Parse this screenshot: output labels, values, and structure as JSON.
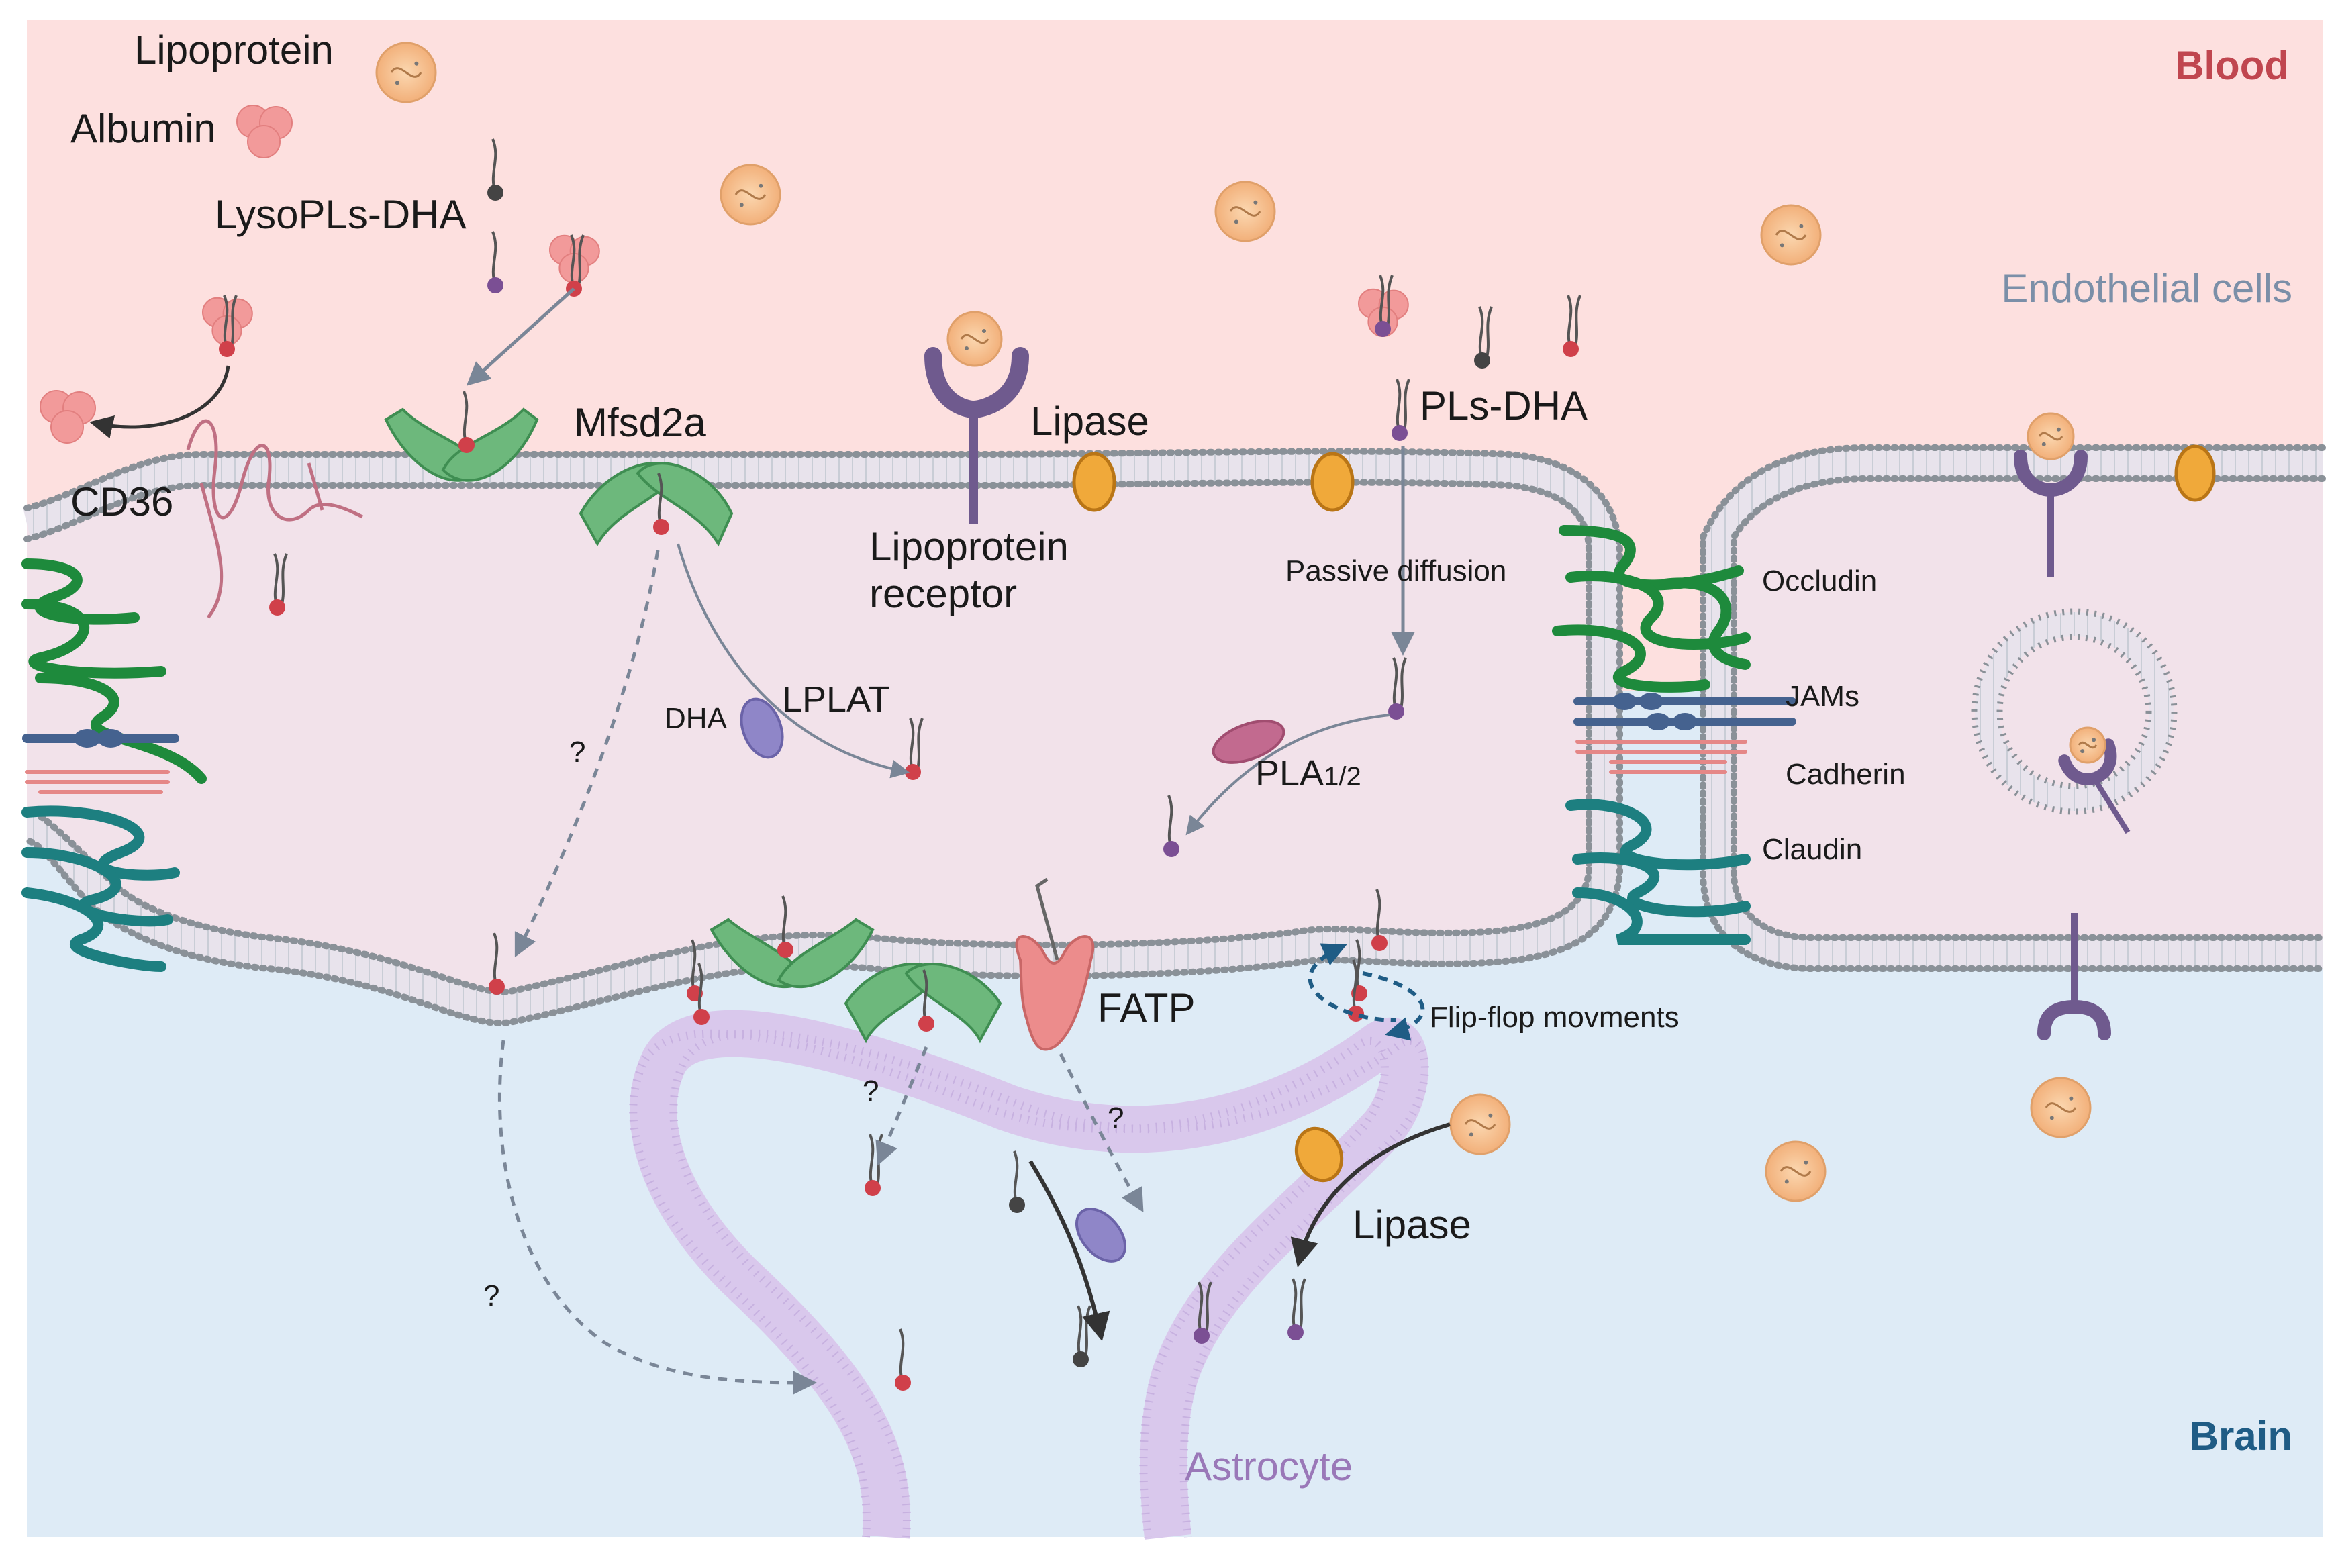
{
  "regions": {
    "blood": "Blood",
    "endothelial": "Endothelial cells",
    "brain": "Brain",
    "astrocyte": "Astrocyte"
  },
  "legend": {
    "lipoprotein": "Lipoprotein",
    "albumin": "Albumin",
    "lysopls_dha": "LysoPLs-DHA"
  },
  "labels": {
    "cd36": "CD36",
    "mfsd2a": "Mfsd2a",
    "lipoprotein_receptor_1": "Lipoprotein",
    "lipoprotein_receptor_2": "receptor",
    "lipase_top": "Lipase",
    "pls_dha": "PLs-DHA",
    "passive_diffusion": "Passive diffusion",
    "lplat": "LPLAT",
    "dha": "DHA",
    "pla_main": "PLA",
    "pla_sub": "1/2",
    "fatp": "FATP",
    "flip_flop": "Flip-flop movments",
    "lipase_bottom": "Lipase",
    "occludin": "Occludin",
    "jams": "JAMs",
    "cadherin": "Cadherin",
    "claudin": "Claudin",
    "q1": "?",
    "q2": "?",
    "q3": "?",
    "q4": "?"
  },
  "colors": {
    "blood_bg": "#fde0df",
    "cell_bg": "#f2e2ea",
    "brain_bg": "#deebf6",
    "membrane_head": "#8a9198",
    "membrane_tail": "#c9cdd6",
    "astro_membrane": "#c7b1e0",
    "mfsd2a": "#6db87c",
    "lipoprotein": "#f6c08e",
    "albumin": "#f29a9a",
    "lipase": "#f0a93a",
    "receptor": "#6f5a8e",
    "fatp": "#ec8c8c",
    "occludin": "#1e8a3c",
    "claudin": "#1d7f80",
    "jams": "#45628f",
    "cadherin": "#e58787",
    "lplat": "#8f86c8",
    "pla": "#c26a8f"
  }
}
